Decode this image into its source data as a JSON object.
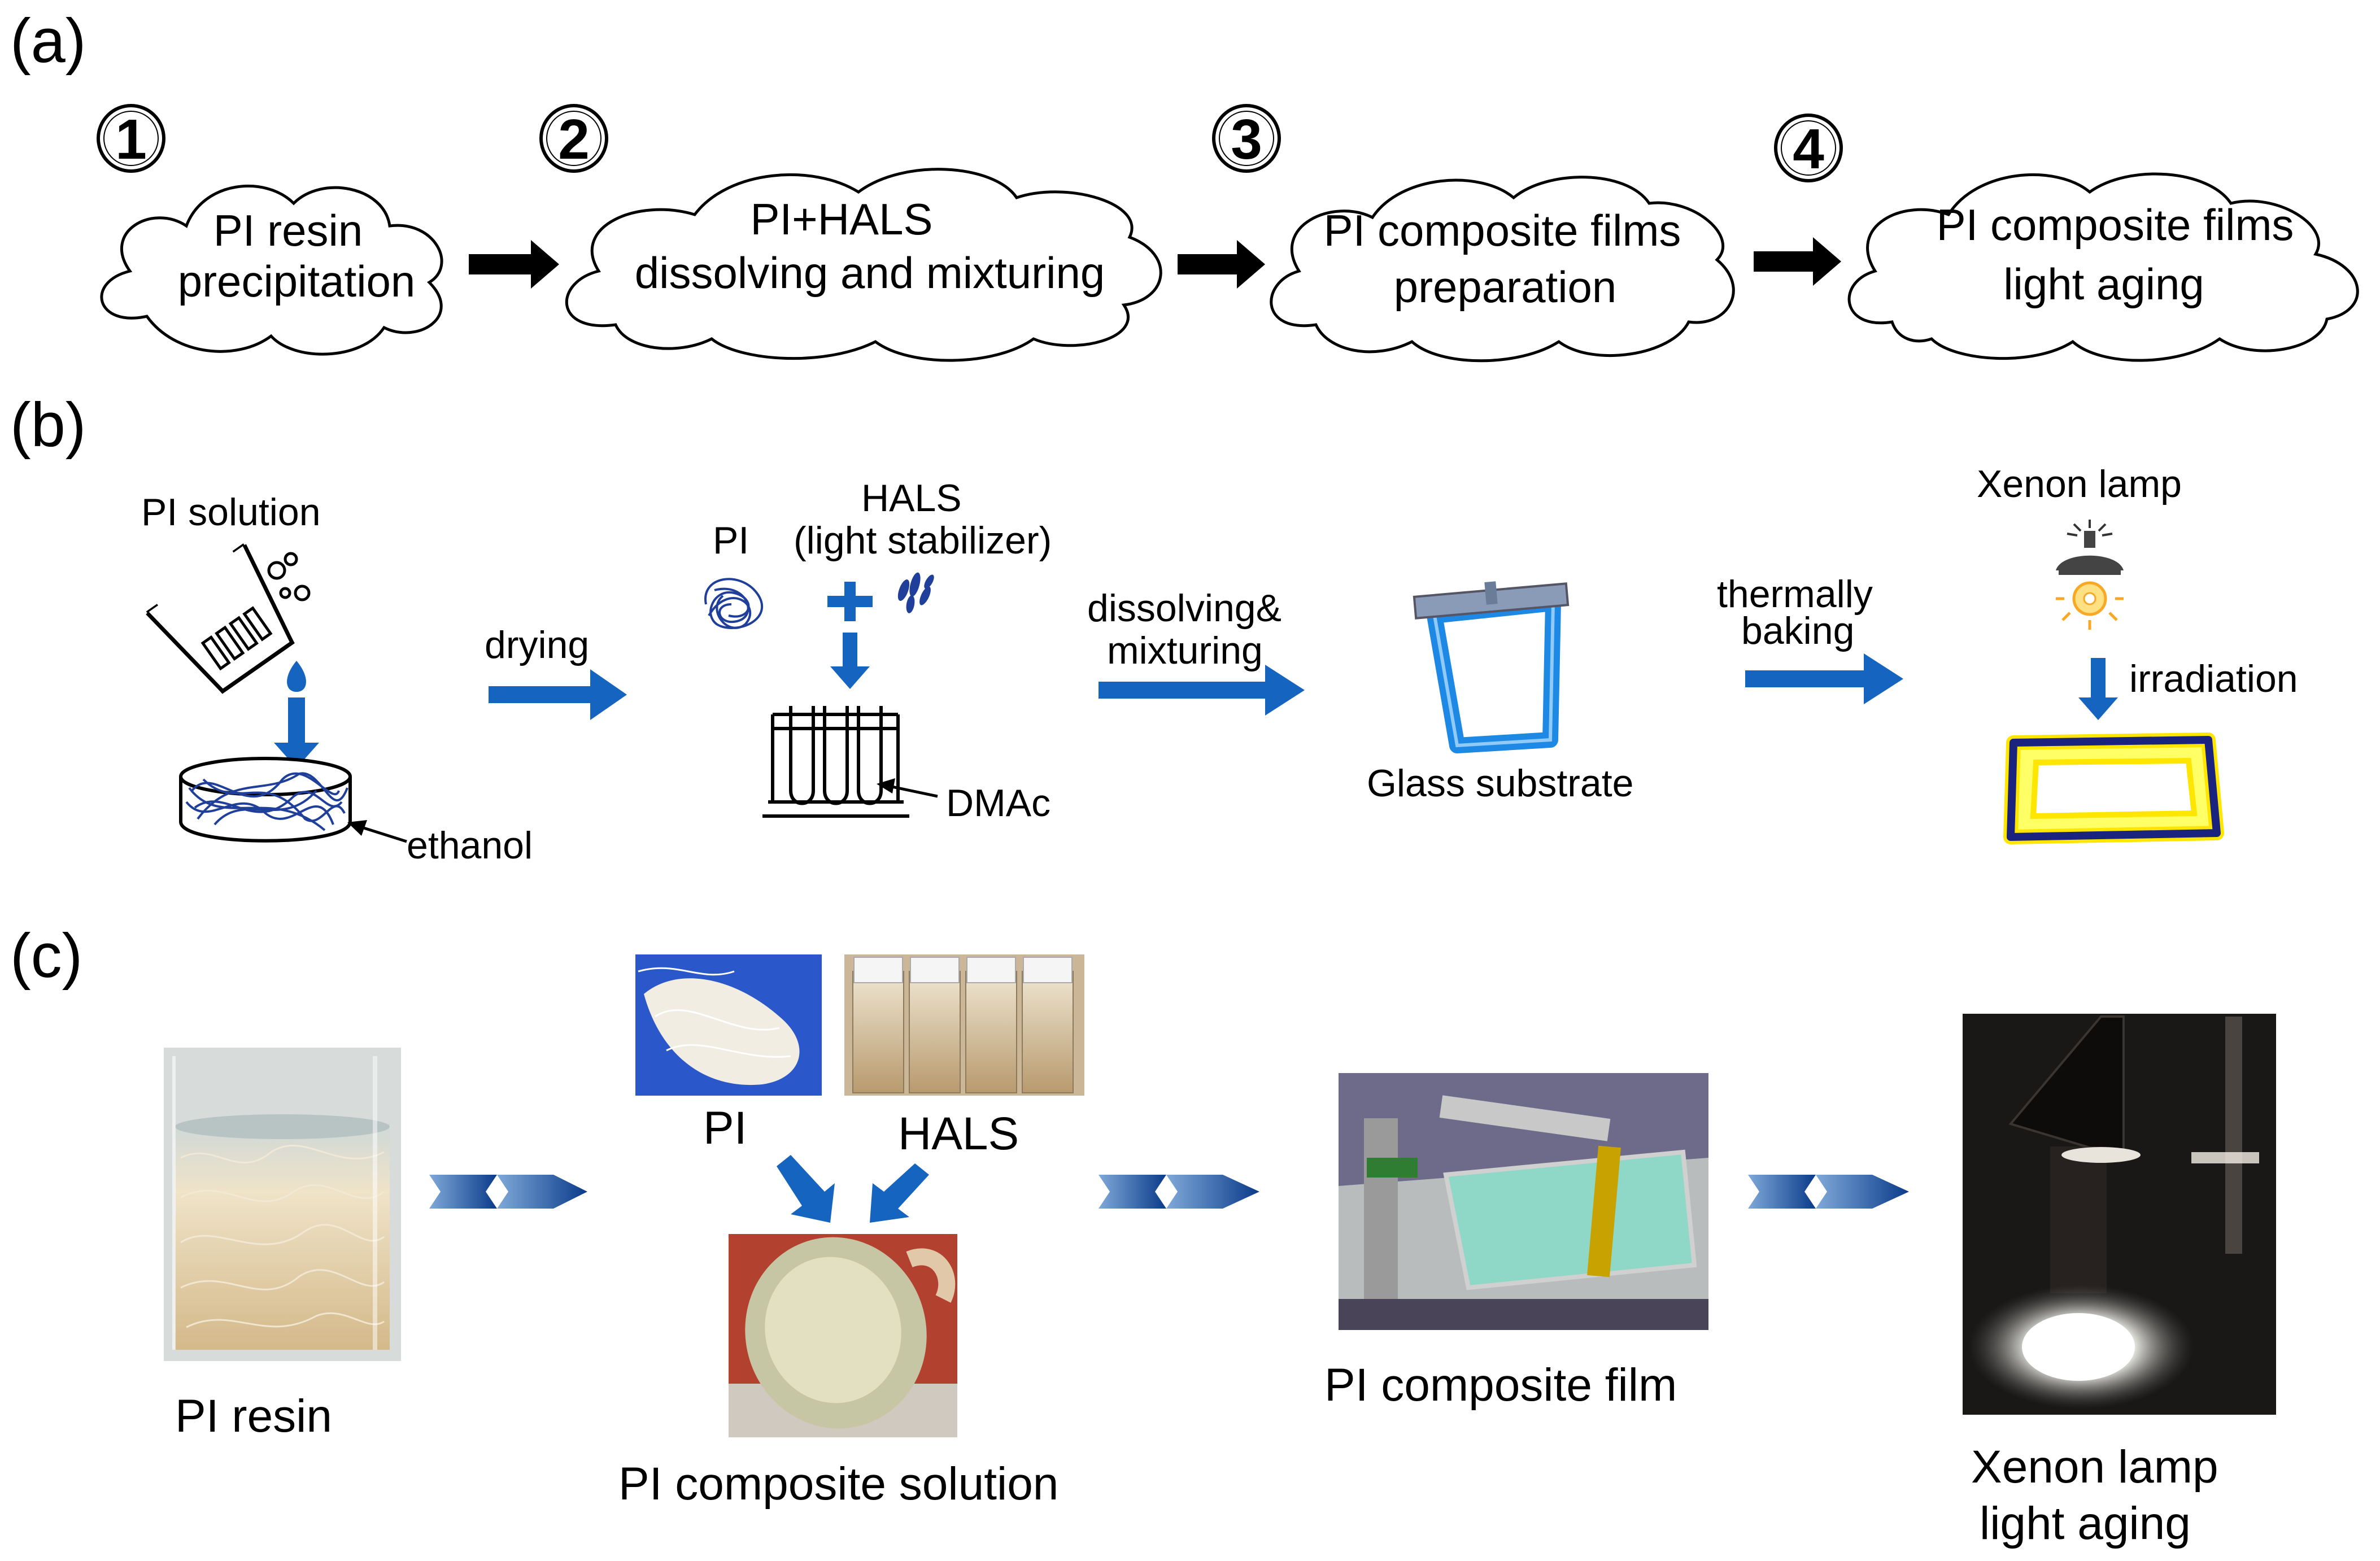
{
  "panels": {
    "a": "(a)",
    "b": "(b)",
    "c": "(c)"
  },
  "steps": [
    {
      "number": "1",
      "line1": "PI resin",
      "line2": "precipitation"
    },
    {
      "number": "2",
      "line1": "PI+HALS",
      "line2": "dissolving and mixturing"
    },
    {
      "number": "3",
      "line1": "PI composite films",
      "line2": "preparation"
    },
    {
      "number": "4",
      "line1": "PI composite films",
      "line2": "light aging"
    }
  ],
  "b": {
    "pi_solution": "PI solution",
    "ethanol": "ethanol",
    "drying": "drying",
    "pi": "PI",
    "hals": "HALS",
    "light_stabilizer": "(light stabilizer)",
    "dmac": "DMAc",
    "dissolving1": "dissolving&",
    "dissolving2": "mixturing",
    "glass_substrate": "Glass substrate",
    "thermally": "thermally",
    "baking": "baking",
    "xenon_lamp": "Xenon lamp",
    "irradiation": "irradiation"
  },
  "c": {
    "pi_resin": "PI resin",
    "pi": "PI",
    "hals": "HALS",
    "pi_composite_solution": "PI composite solution",
    "pi_composite_film": "PI composite film",
    "xenon1": "Xenon lamp",
    "xenon2": "light aging"
  },
  "colors": {
    "blue_arrow": "#1565c0",
    "black_arrow": "#000000",
    "frame_blue": "#1e88e5",
    "frame_yellow": "#ffe600",
    "fiber_blue": "#1f3f9a"
  }
}
